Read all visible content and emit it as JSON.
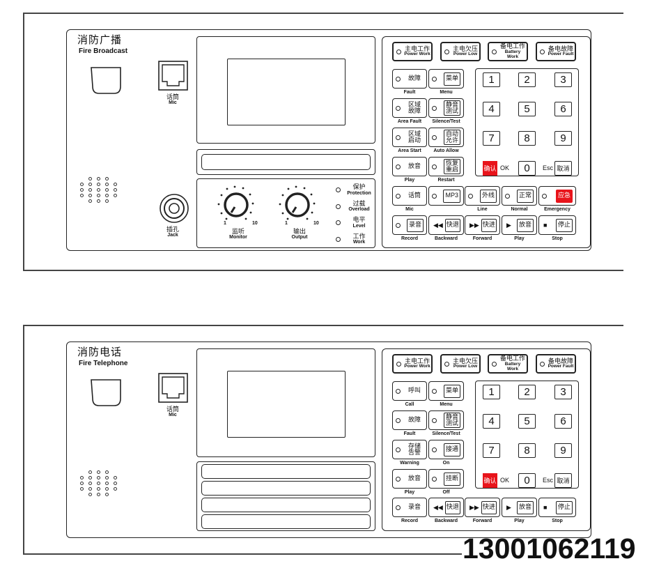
{
  "broadcast": {
    "title_cn": "消防广播",
    "title_en": "Fire Broadcast",
    "mic": {
      "cn": "话筒",
      "en": "Mic"
    },
    "jack": {
      "cn": "插孔",
      "en": "Jack"
    },
    "knobs": [
      {
        "cn": "监听",
        "en": "Monitor",
        "min": "1",
        "max": "10"
      },
      {
        "cn": "输出",
        "en": "Output",
        "min": "1",
        "max": "10"
      }
    ],
    "indicators": [
      {
        "cn": "保护",
        "en": "Protection"
      },
      {
        "cn": "过载",
        "en": "Overload"
      },
      {
        "cn": "电平",
        "en": "Level"
      },
      {
        "cn": "工作",
        "en": "Work"
      }
    ],
    "status": [
      {
        "cn": "主电工作",
        "en": "Power Work"
      },
      {
        "cn": "主电欠压",
        "en": "Power Low"
      },
      {
        "cn": "备电工作",
        "en": "Battery Work"
      },
      {
        "cn": "备电故障",
        "en": "Power Fault"
      }
    ],
    "left_rows": [
      [
        {
          "type": "led",
          "cn": "故障",
          "label": "Fault"
        },
        {
          "type": "ledkey",
          "cn": "菜单",
          "label": "Menu"
        }
      ],
      [
        {
          "type": "led",
          "cn": "区域\n故障",
          "label": "Area Fault"
        },
        {
          "type": "ledkey",
          "cn": "静音\n测试",
          "label": "Silence/Test"
        }
      ],
      [
        {
          "type": "led",
          "cn": "区域\n启动",
          "label": "Area Start"
        },
        {
          "type": "ledkey",
          "cn": "自动\n允许",
          "label": "Auto Allow"
        }
      ],
      [
        {
          "type": "led",
          "cn": "放音",
          "label": "Play"
        },
        {
          "type": "ledkey",
          "cn": "恢复\n重启",
          "label": "Restart"
        }
      ]
    ],
    "row5": [
      {
        "type": "led",
        "cn": "话筒",
        "label": "Mic"
      },
      {
        "type": "ledkey",
        "cn": "MP3",
        "label": ""
      },
      {
        "type": "ledkey",
        "cn": "外线",
        "label": "Line"
      },
      {
        "type": "ledkey",
        "cn": "正常",
        "label": "Normal"
      },
      {
        "type": "ledred",
        "cn": "应急",
        "label": "Emergency"
      }
    ],
    "row6": [
      {
        "type": "ledkey",
        "cn": "录音",
        "label": "Record",
        "glyph": ""
      },
      {
        "type": "glyphkey",
        "cn": "快退",
        "label": "Backward",
        "glyph": "◀◀"
      },
      {
        "type": "glyphkey",
        "cn": "快进",
        "label": "Forward",
        "glyph": "▶▶"
      },
      {
        "type": "glyphkey",
        "cn": "放音",
        "label": "Play",
        "glyph": "▶"
      },
      {
        "type": "glyphkey",
        "cn": "停止",
        "label": "Stop",
        "glyph": "■"
      }
    ]
  },
  "telephone": {
    "title_cn": "消防电话",
    "title_en": "Fire Telephone",
    "mic": {
      "cn": "话筒",
      "en": "Mic"
    },
    "status": [
      {
        "cn": "主电工作",
        "en": "Power Work"
      },
      {
        "cn": "主电欠压",
        "en": "Power Low"
      },
      {
        "cn": "备电工作",
        "en": "Battery Work"
      },
      {
        "cn": "备电故障",
        "en": "Power Fault"
      }
    ],
    "left_rows": [
      [
        {
          "type": "led",
          "cn": "呼叫",
          "label": "Call"
        },
        {
          "type": "ledkey",
          "cn": "菜单",
          "label": "Menu"
        }
      ],
      [
        {
          "type": "led",
          "cn": "故障",
          "label": "Fault"
        },
        {
          "type": "ledkey",
          "cn": "静音\n测试",
          "label": "Silence/Test"
        }
      ],
      [
        {
          "type": "led",
          "cn": "存储\n告警",
          "label": "Warning"
        },
        {
          "type": "ledkey",
          "cn": "接通",
          "label": "On"
        }
      ],
      [
        {
          "type": "led",
          "cn": "放音",
          "label": "Play"
        },
        {
          "type": "ledkey",
          "cn": "挂断",
          "label": "Off"
        }
      ]
    ],
    "row6": [
      {
        "type": "led",
        "cn": "录音",
        "label": "Record"
      },
      {
        "type": "glyphkey",
        "cn": "快退",
        "label": "Backward",
        "glyph": "◀◀"
      },
      {
        "type": "glyphkey",
        "cn": "快进",
        "label": "Forward",
        "glyph": "▶▶"
      },
      {
        "type": "glyphkey",
        "cn": "放音",
        "label": "Play",
        "glyph": "▶"
      },
      {
        "type": "glyphkey",
        "cn": "停止",
        "label": "Stop",
        "glyph": "■"
      }
    ]
  },
  "keypad": {
    "digits": [
      "1",
      "2",
      "3",
      "4",
      "5",
      "6",
      "7",
      "8",
      "9",
      "0"
    ],
    "ok_cn": "确认",
    "ok_en": "OK",
    "esc_en": "Esc",
    "esc_cn": "取消"
  },
  "colors": {
    "accent_red": "#e8141b"
  },
  "phone_number": "13001062119"
}
